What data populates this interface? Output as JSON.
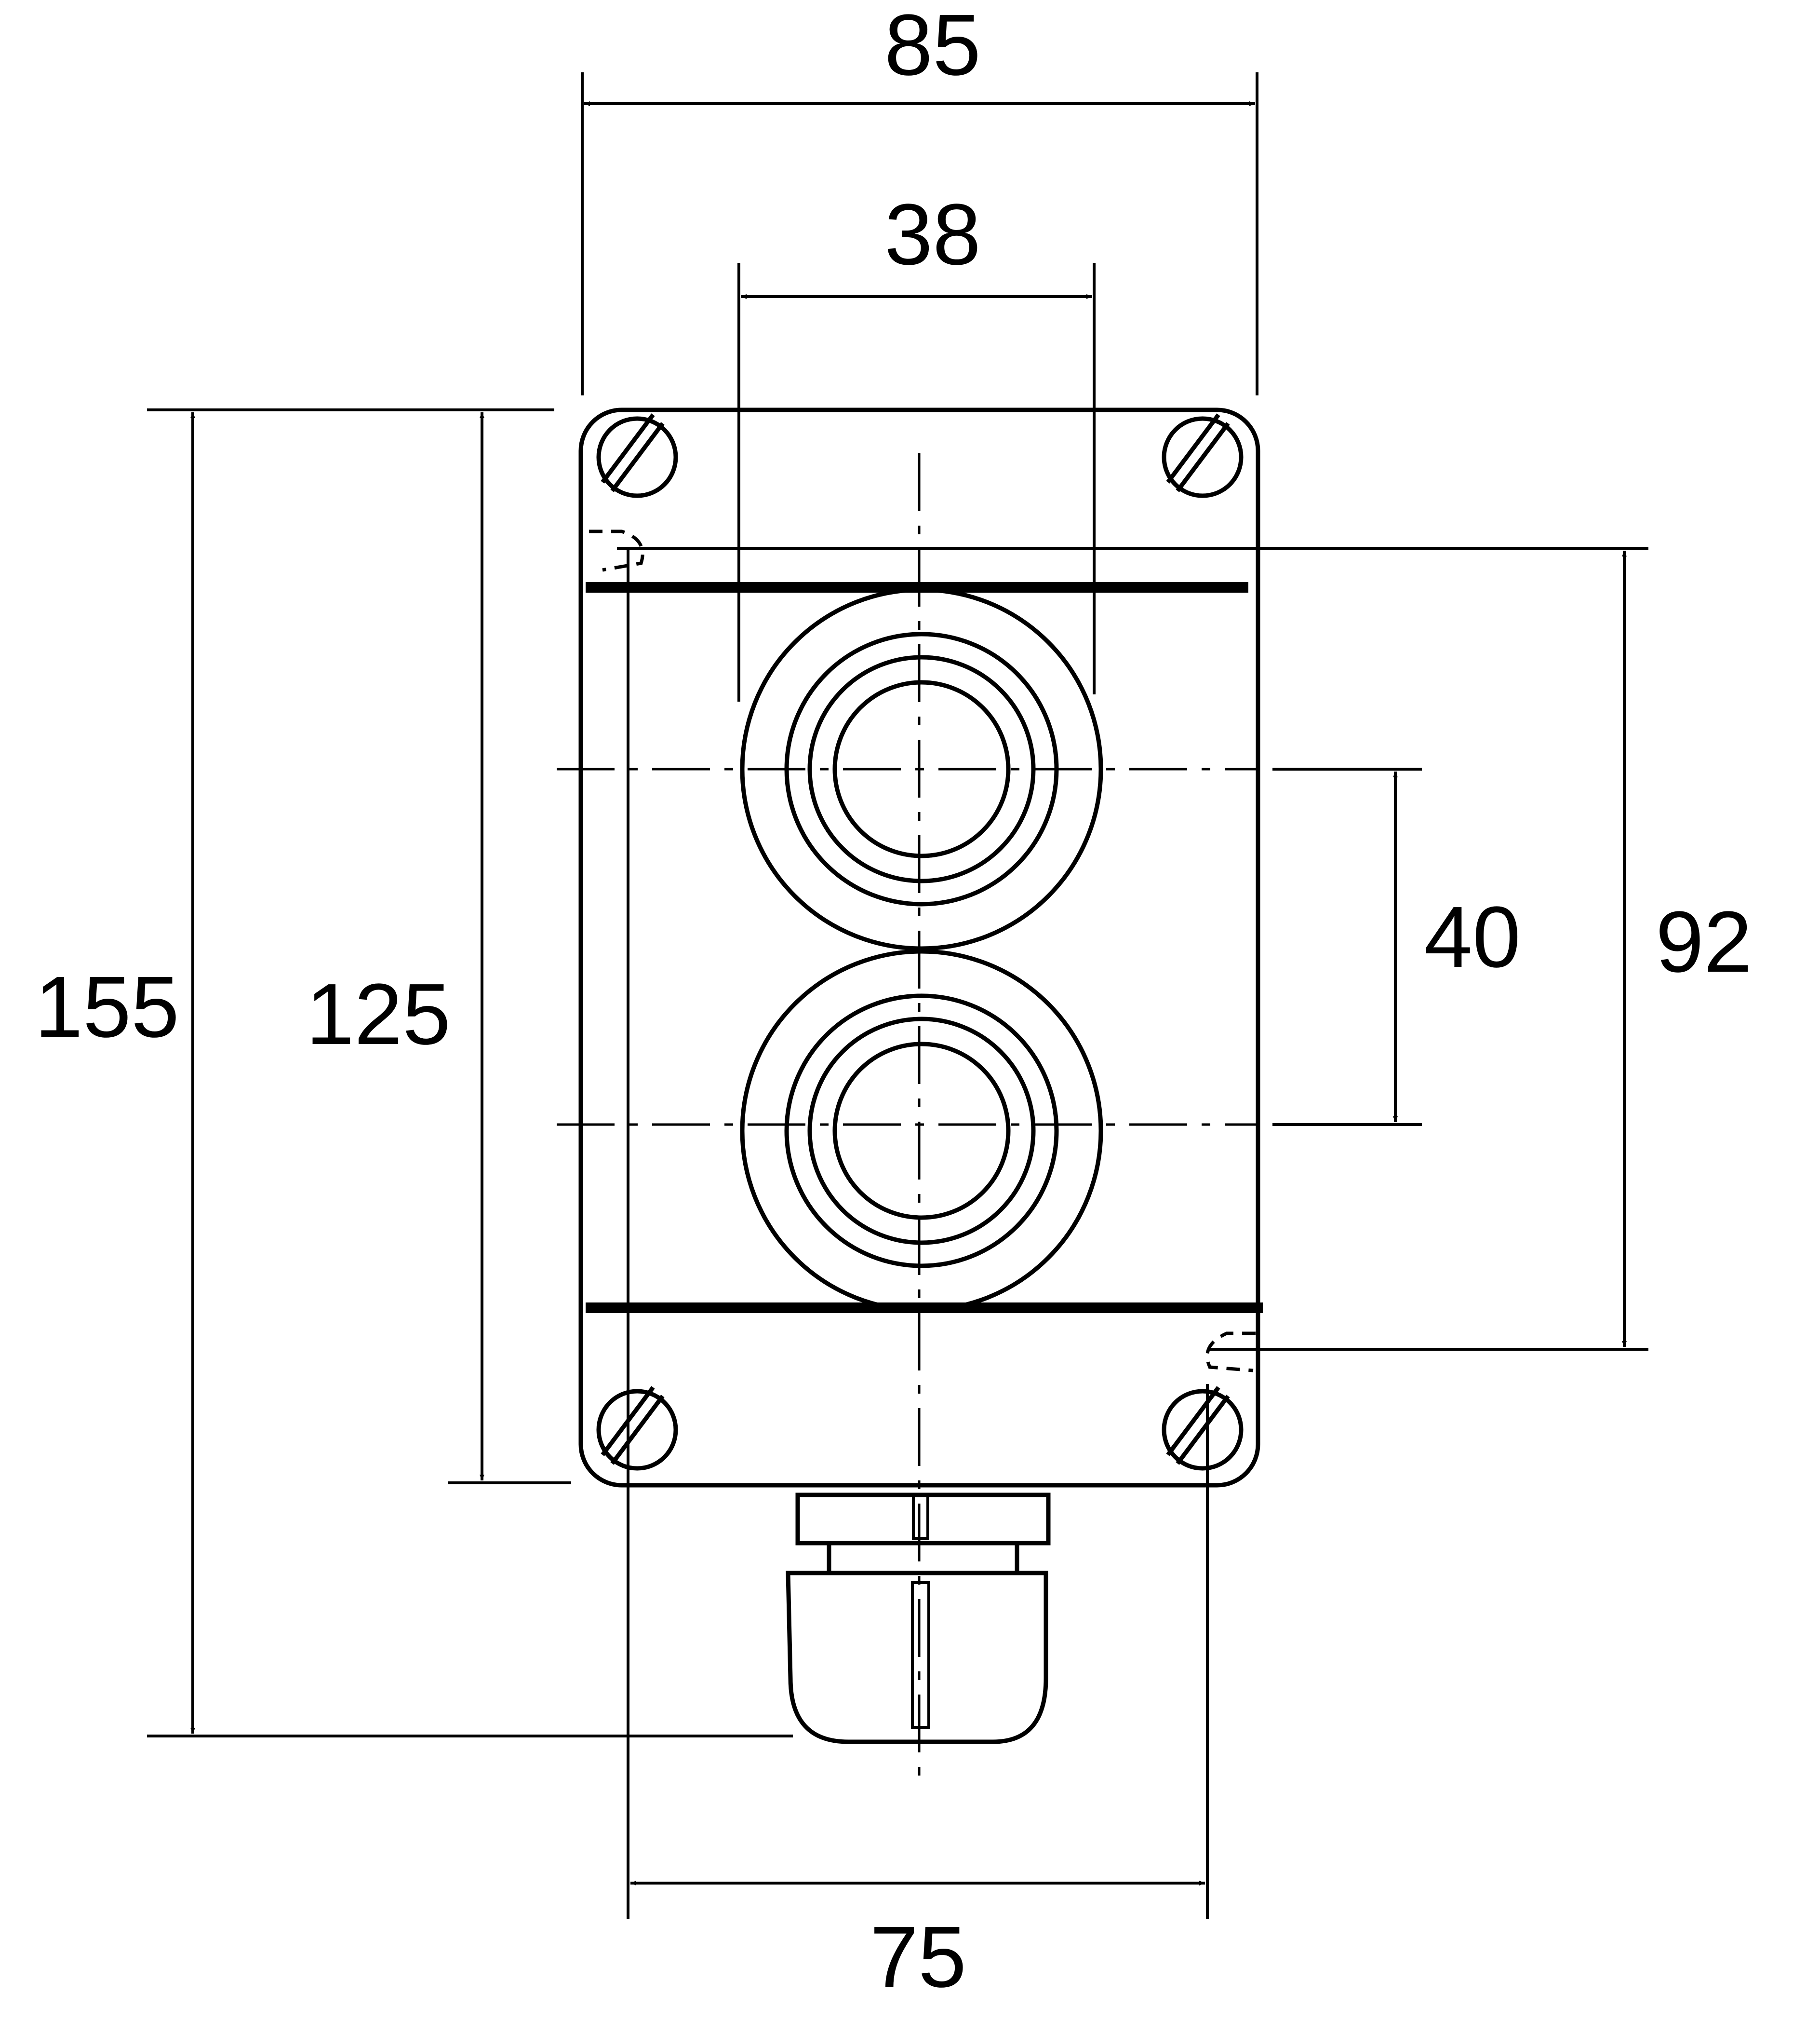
{
  "dimensions": {
    "overall_width": "85",
    "button_diameter": "38",
    "overall_height": "155",
    "housing_height": "125",
    "button_spacing": "40",
    "mount_height": "92",
    "mount_width": "75"
  },
  "colors": {
    "line": "#000000",
    "background": "#ffffff"
  }
}
